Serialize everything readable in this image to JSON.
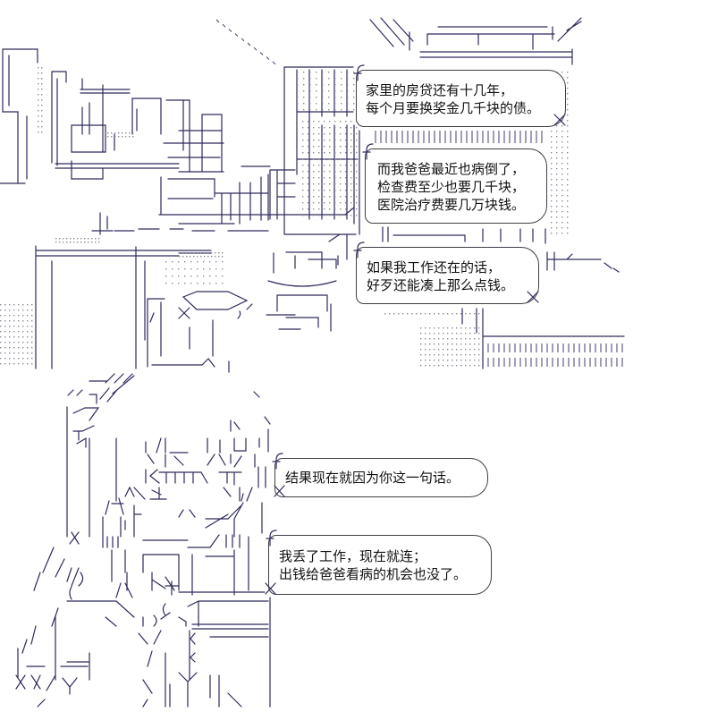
{
  "bubbles": [
    {
      "lines": [
        "家里的房贷还有十几年，",
        "每个月要换奖金几千块的债。"
      ]
    },
    {
      "lines": [
        "而我爸爸最近也病倒了，",
        "检查费至少也要几千块，",
        "医院治疗费要几万块钱。"
      ]
    },
    {
      "lines": [
        "如果我工作还在的话，",
        "好歹还能凑上那么点钱。"
      ]
    },
    {
      "lines": [
        "结果现在就因为你这一句话。"
      ]
    },
    {
      "lines": [
        "我丢了工作，现在就连；",
        "出钱给爸爸看病的机会也没了。"
      ]
    }
  ],
  "colors": {
    "ink": "#2e2a5c",
    "dots": "#8a8a99",
    "bubble_border": "#3f3f46",
    "background": "#ffffff"
  }
}
